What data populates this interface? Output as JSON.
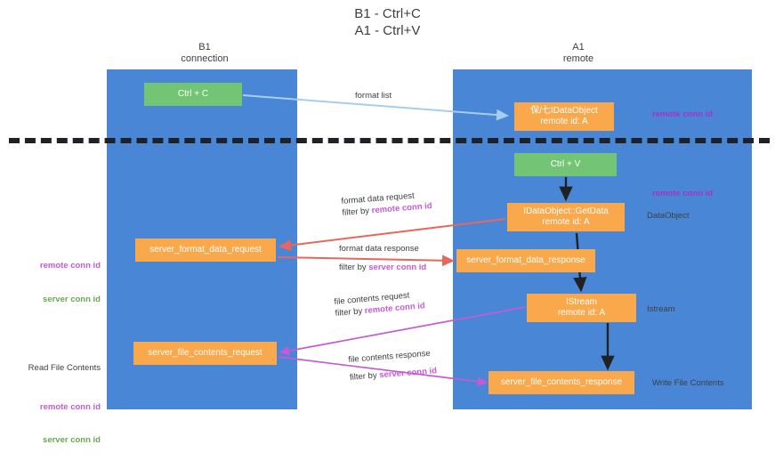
{
  "title": "B1 - Ctrl+C\nA1 - Ctrl+V",
  "columns": {
    "left": "B1\nconnection",
    "right": "A1\nremote"
  },
  "nodes": {
    "ctrl_c": "Ctrl + C",
    "idataobject": "保/七IDataObject\nremote id: A",
    "ctrl_v": "Ctrl + V",
    "getdata": "IDataObject::GetData\nremote id: A",
    "server_format_data_request": "server_format_data_request",
    "server_format_data_response": "server_format_data_response",
    "istream": "IStream\nremote id: A",
    "server_file_contents_request": "server_file_contents_request",
    "server_file_contents_response": "server_file_contents_response"
  },
  "side_notes": {
    "remote_conn_id_top": "remote conn id",
    "remote_conn_id_mid": "remote conn id",
    "dataobject": "DataObject",
    "istream": "Istream",
    "write_file_contents": "Write File Contents"
  },
  "left_notes": {
    "remote_conn_id": "remote conn id",
    "server_conn_id": "server conn id",
    "read_file_contents": "Read File Contents",
    "remote_conn_id_2": "remote conn id",
    "server_conn_id_2": "server conn id"
  },
  "flows": {
    "format_list": "format list",
    "format_data_request": "format data request",
    "format_data_request_filter_prefix": "filter by ",
    "format_data_request_filter_key": "remote conn id",
    "format_data_response": "format data response",
    "format_data_response_filter_prefix": "filter by ",
    "format_data_response_filter_key": "server conn id",
    "file_contents_request": "file contents request",
    "file_contents_request_filter_prefix": "filter by ",
    "file_contents_request_filter_key": "remote conn id",
    "file_contents_response": "file contents response",
    "file_contents_response_filter_prefix": "filter by ",
    "file_contents_response_filter_key": "server conn id"
  },
  "colors": {
    "lane": "#4a86d6",
    "green_node": "#74c476",
    "orange_node": "#f9a94c",
    "arrow_blue": "#a8cdea",
    "arrow_red": "#e8675c",
    "arrow_magenta": "#c45bd4",
    "arrow_black": "#202124",
    "key_purple": "#c45bd4",
    "key_green": "#6aa84f"
  }
}
